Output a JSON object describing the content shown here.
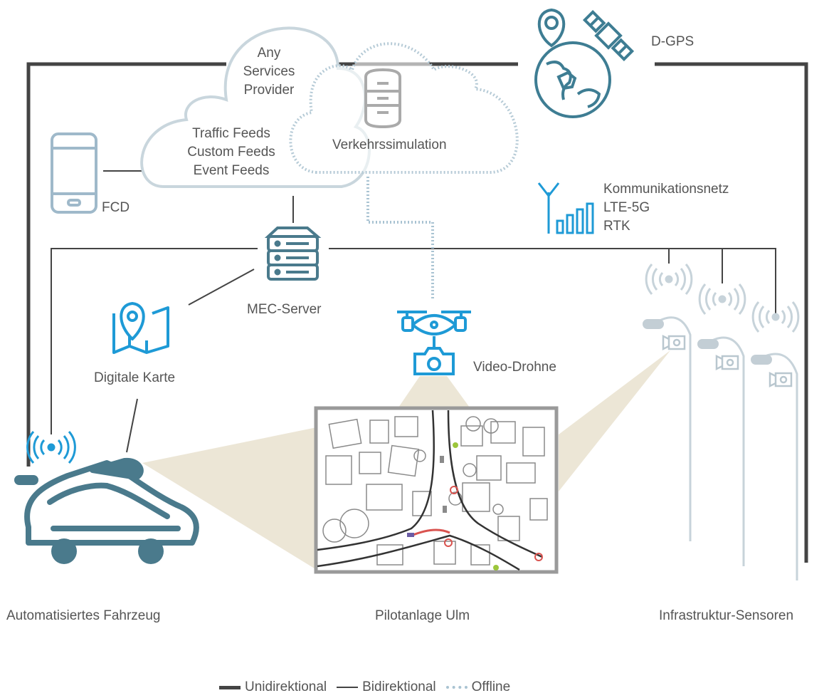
{
  "labels": {
    "cloud_services": [
      "Any",
      "Services",
      "Provider"
    ],
    "feeds": [
      "Traffic Feeds",
      "Custom Feeds",
      "Event Feeds"
    ],
    "simulation": "Verkehrssimulation",
    "dgps": "D-GPS",
    "fcd": "FCD",
    "network": [
      "Kommunikationsnetz",
      "LTE-5G",
      "RTK"
    ],
    "mec_server": "MEC-Server",
    "digital_map": "Digitale Karte",
    "drone": "Video-Drohne",
    "vehicle": "Automatisiertes Fahrzeug",
    "pilot_site": "Pilotanlage Ulm",
    "infrastructure": "Infrastruktur-Sensoren"
  },
  "legend": {
    "unidirectional": "Unidirektional",
    "bidirectional": "Bidirektional",
    "offline": "Offline"
  },
  "colors": {
    "line": "#444444",
    "vehicle": "#4a7a8c",
    "accent_blue": "#1e9ad6",
    "cloud_outline": "#c9d6dd",
    "offline_dots": "#a9c3d2",
    "sensor_light": "#c7d3da",
    "sensor_cam": "#b9c7cf",
    "sensor_cover": "#c3ced5",
    "view_cone": "#ece6d6",
    "database_grey": "#aaaaaa",
    "phone_blue": "#9fb9ca",
    "globe_blue": "#3e7d93"
  },
  "icons": [
    "phone-icon",
    "database-icon",
    "globe-icon",
    "satellite-icon",
    "location-pin-icon",
    "antenna-icon",
    "signal-bars-icon",
    "server-icon",
    "map-icon",
    "drone-icon",
    "camera-icon",
    "car-icon",
    "wifi-signal-icon",
    "sensor-mast-icon"
  ]
}
